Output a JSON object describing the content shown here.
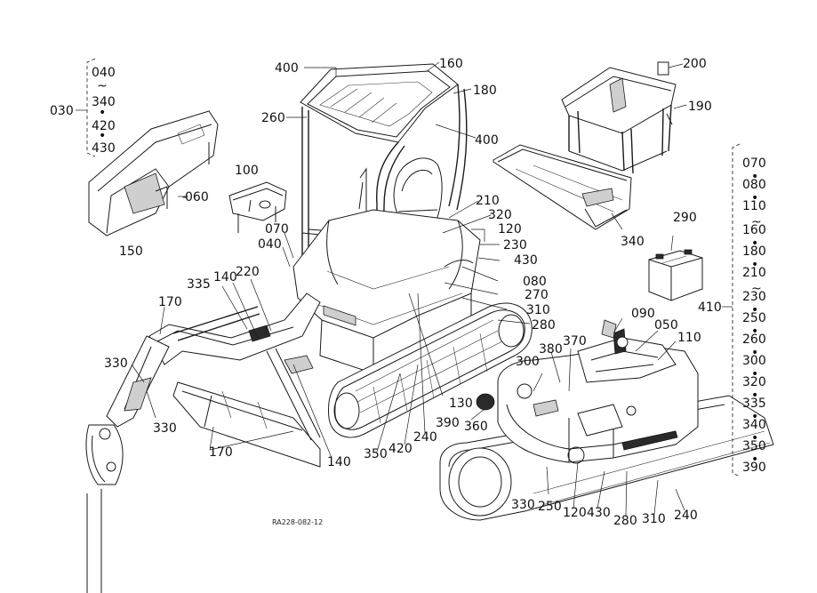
{
  "drawing_code": "RA228-082-12",
  "labels": {
    "l400a": "400",
    "l160": "160",
    "l180": "180",
    "l260": "260",
    "l400b": "400",
    "l200": "200",
    "l190": "190",
    "l100": "100",
    "l060": "060",
    "l150": "150",
    "l070": "070",
    "l040": "040",
    "l210": "210",
    "l320": "320",
    "l120a": "120",
    "l230": "230",
    "l430a": "430",
    "l340a": "340",
    "l290": "290",
    "l080": "080",
    "l270": "270",
    "l310a": "310",
    "l280a": "280",
    "l335": "335",
    "l140a": "140",
    "l220": "220",
    "l170a": "170",
    "l330a": "330",
    "l330b": "330",
    "l170b": "170",
    "l140b": "140",
    "l350": "350",
    "l420": "420",
    "l240a": "240",
    "l390": "390",
    "l130": "130",
    "l360": "360",
    "l090": "090",
    "l050": "050",
    "l110": "110",
    "l380": "380",
    "l370": "370",
    "l300": "300",
    "l330c": "330",
    "l250": "250",
    "l120b": "120",
    "l430b": "430",
    "l280b": "280",
    "l310b": "310",
    "l240b": "240"
  },
  "group_030": {
    "label": "030",
    "items": [
      "040",
      "~",
      "340",
      "•",
      "420",
      "•",
      "430"
    ]
  },
  "group_410": {
    "label": "410",
    "items": [
      "070",
      "•",
      "080",
      "•",
      "110",
      "~",
      "160",
      "•",
      "180",
      "•",
      "210",
      "~",
      "230",
      "•",
      "250",
      "•",
      "260",
      "•",
      "300",
      "•",
      "320",
      "•",
      "335",
      "•",
      "340",
      "•",
      "350",
      "•",
      "390"
    ]
  }
}
